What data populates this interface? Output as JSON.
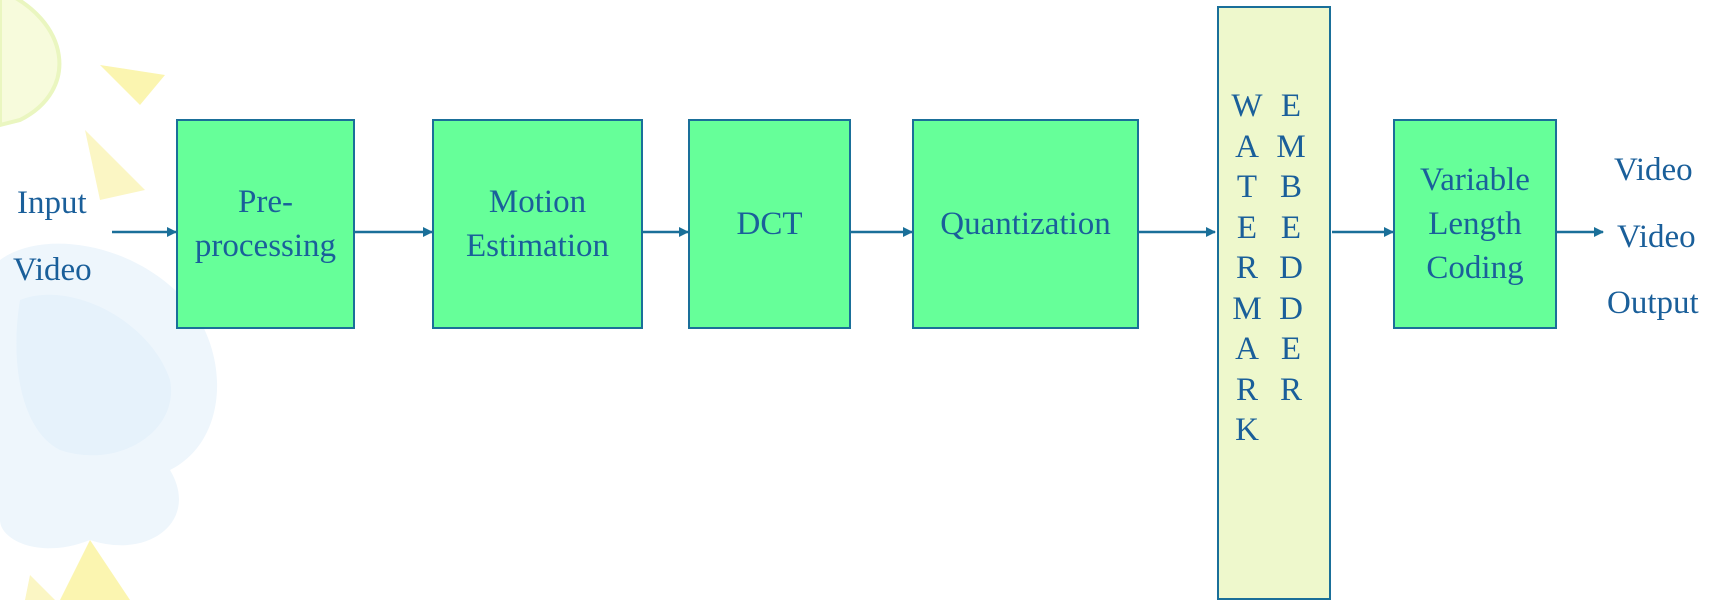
{
  "diagram": {
    "input_label": [
      "Input",
      "Video"
    ],
    "blocks": [
      {
        "id": "preprocessing",
        "lines": [
          "Pre-",
          "processing"
        ]
      },
      {
        "id": "motion-estimation",
        "lines": [
          "Motion",
          "Estimation"
        ]
      },
      {
        "id": "dct",
        "lines": [
          "DCT"
        ]
      },
      {
        "id": "quantization",
        "lines": [
          "Quantization"
        ]
      },
      {
        "id": "variable-length-coding",
        "lines": [
          "Variable",
          "Length",
          "Coding"
        ]
      }
    ],
    "watermark_embedder": {
      "col1": [
        "W",
        "A",
        "T",
        "E",
        "R",
        "M",
        "A",
        "R",
        "K"
      ],
      "col2": [
        "E",
        "M",
        "B",
        "E",
        "D",
        "D",
        "E",
        "R"
      ]
    },
    "output_label": [
      "Video",
      "Video",
      "Output"
    ],
    "colors": {
      "block_fill": "#66ff99",
      "embedder_fill": "#eef8cc",
      "stroke": "#1a6f99",
      "text": "#1a5f9a"
    }
  }
}
